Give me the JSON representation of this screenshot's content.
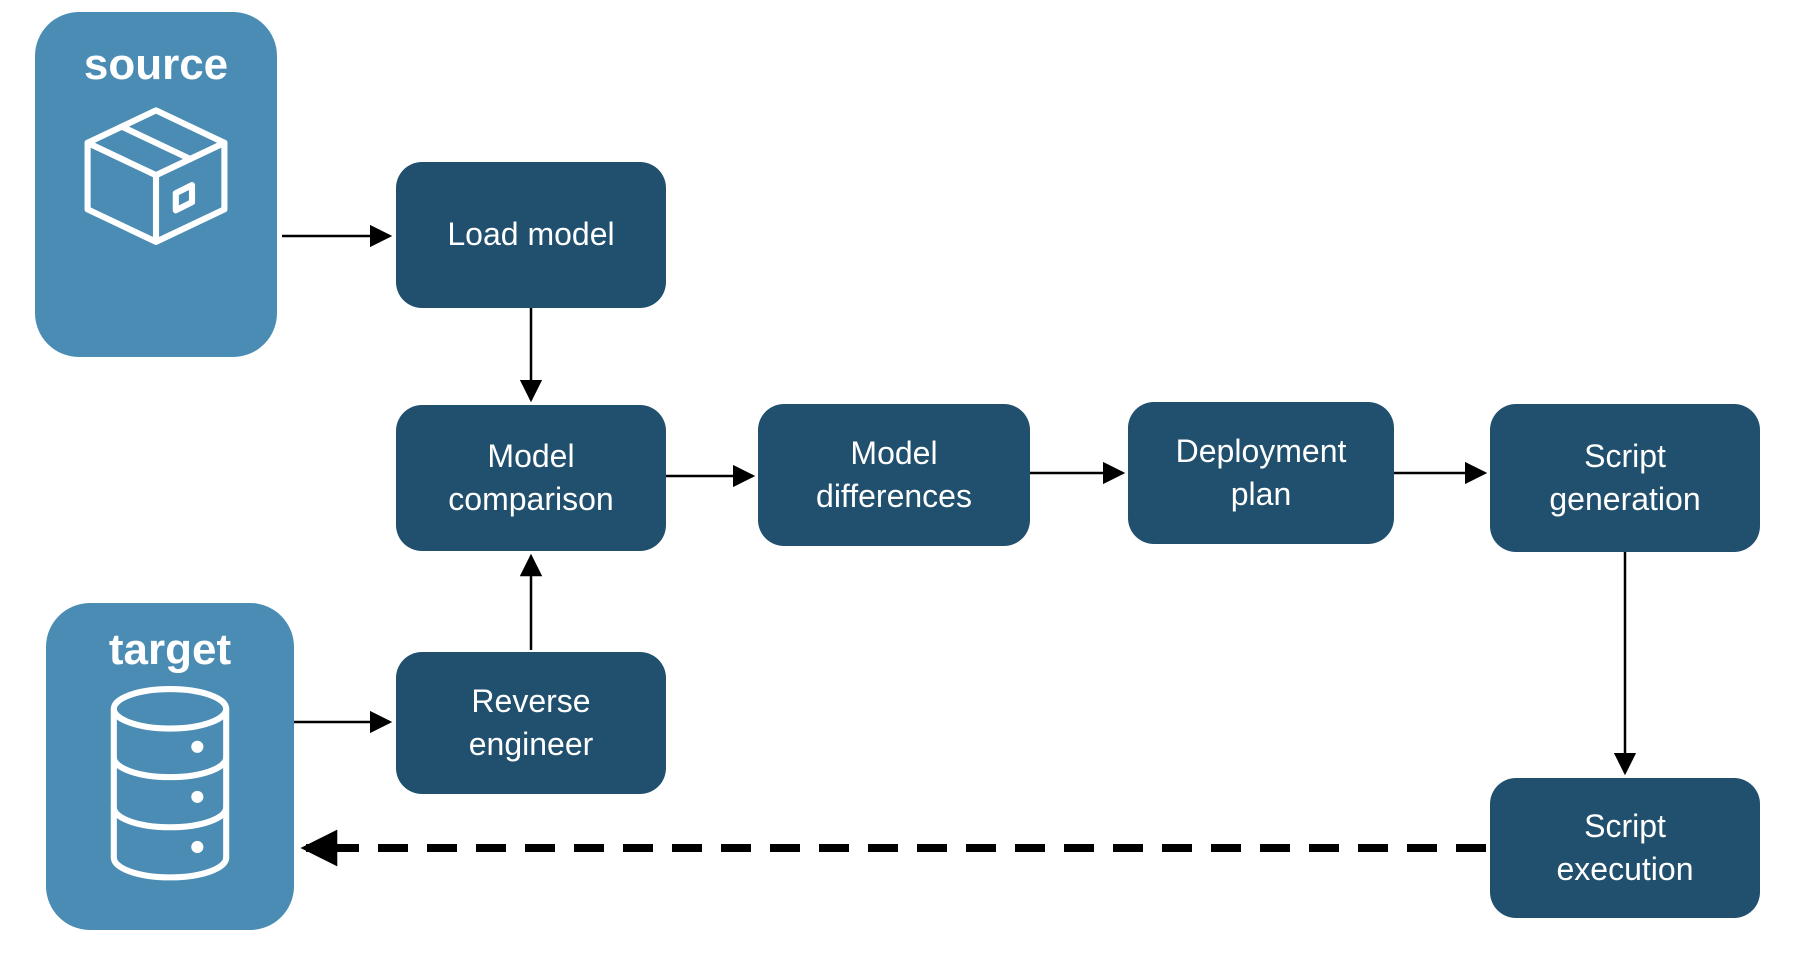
{
  "diagram": {
    "containers": {
      "source": {
        "label": "source",
        "icon": "package-icon"
      },
      "target": {
        "label": "target",
        "icon": "database-icon"
      }
    },
    "nodes": {
      "load_model": {
        "label": "Load model"
      },
      "model_comparison": {
        "label": "Model comparison"
      },
      "model_differences": {
        "label": "Model differences"
      },
      "deployment_plan": {
        "label": "Deployment plan"
      },
      "script_generation": {
        "label": "Script generation"
      },
      "reverse_engineer": {
        "label": "Reverse engineer"
      },
      "script_execution": {
        "label": "Script execution"
      }
    },
    "edges": [
      {
        "from": "source",
        "to": "load_model",
        "style": "solid"
      },
      {
        "from": "load_model",
        "to": "model_comparison",
        "style": "solid"
      },
      {
        "from": "model_comparison",
        "to": "model_differences",
        "style": "solid"
      },
      {
        "from": "model_differences",
        "to": "deployment_plan",
        "style": "solid"
      },
      {
        "from": "deployment_plan",
        "to": "script_generation",
        "style": "solid"
      },
      {
        "from": "script_generation",
        "to": "script_execution",
        "style": "solid"
      },
      {
        "from": "target",
        "to": "reverse_engineer",
        "style": "solid"
      },
      {
        "from": "reverse_engineer",
        "to": "model_comparison",
        "style": "solid"
      },
      {
        "from": "script_execution",
        "to": "target",
        "style": "dashed"
      }
    ],
    "colors": {
      "container_fill": "#4a8cb3",
      "node_fill": "#21506e",
      "label_text": "#ffffff",
      "arrow": "#000000",
      "background": "#ffffff"
    }
  }
}
